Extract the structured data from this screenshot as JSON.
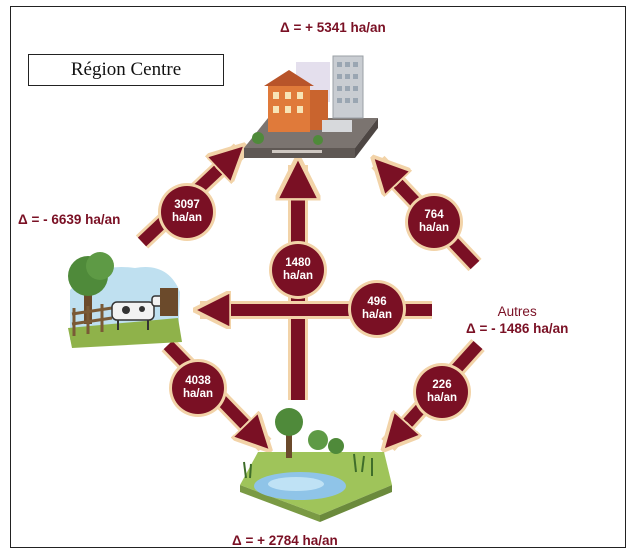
{
  "region_label": "Région Centre",
  "nodes": {
    "urban": {
      "delta": "Δ = + 5341 ha/an"
    },
    "agri": {
      "delta": "Δ = - 6639 ha/an"
    },
    "natural": {
      "delta": "Δ = + 2784 ha/an"
    },
    "others": {
      "label": "Autres",
      "delta": "Δ = - 1486 ha/an"
    }
  },
  "flows": [
    {
      "id": "agri-to-urban",
      "value": "3097",
      "unit": "ha/an"
    },
    {
      "id": "natural-to-urban",
      "value": "1480",
      "unit": "ha/an"
    },
    {
      "id": "others-to-urban",
      "value": "764",
      "unit": "ha/an"
    },
    {
      "id": "others-to-agri",
      "value": "496",
      "unit": "ha/an"
    },
    {
      "id": "agri-to-natural",
      "value": "4038",
      "unit": "ha/an"
    },
    {
      "id": "others-to-natural",
      "value": "226",
      "unit": "ha/an"
    }
  ],
  "colors": {
    "arrow": "#7a1024",
    "arrow_outline": "#f2d3a8",
    "text_accent": "#7a1024"
  }
}
